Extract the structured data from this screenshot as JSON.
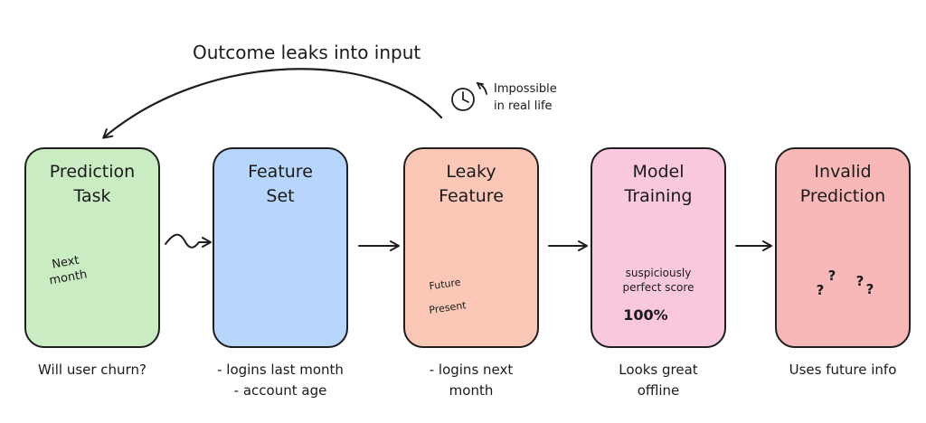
{
  "top_annotation": {
    "leak_label": "Outcome leaks into input",
    "clock_note": "Impossible\nin real life"
  },
  "cards": [
    {
      "id": "prediction-task",
      "title": "Prediction\nTask",
      "caption": "Will user churn?",
      "fill": "#c9ecc2",
      "icons": [
        "calendar-icon",
        "question-mark-icon",
        "person-icon"
      ],
      "calendar_text": "Next\nmonth"
    },
    {
      "id": "feature-set",
      "title": "Feature\nSet",
      "caption": "- logins last month\n- account age",
      "fill": "#b6d6fb",
      "icons": [
        "bullet-list-icon",
        "table-icon",
        "database-icon"
      ]
    },
    {
      "id": "leaky-feature",
      "title": "Leaky\nFeature",
      "caption": "- logins next\nmonth",
      "fill": "#fbc8b8",
      "icons": [
        "highlighted-line-icon",
        "calendar-icon",
        "warning-icon"
      ],
      "calendar_future": "Future",
      "calendar_present": "Present"
    },
    {
      "id": "model-training",
      "title": "Model\nTraining",
      "caption": "Looks great\noffline",
      "fill": "#f9c8df",
      "icons": [
        "gears-icon",
        "lightning-icon",
        "check-icon"
      ],
      "score_note": "suspiciously\nperfect score",
      "score_value": "100%"
    },
    {
      "id": "invalid-prediction",
      "title": "Invalid\nPrediction",
      "caption": "Uses future info",
      "fill": "#f8b8b8",
      "icons": [
        "broken-check-icon",
        "declining-chart-icon",
        "confused-person-icon"
      ],
      "question_marks": "?"
    }
  ],
  "colors": {
    "stroke": "#1f1f1f",
    "leak_highlight": "#ee7f84"
  }
}
